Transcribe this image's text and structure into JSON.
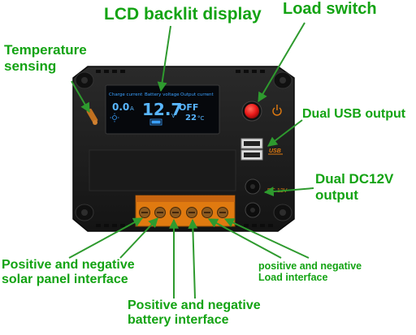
{
  "labels": {
    "lcd_backlit_display": "LCD backlit display",
    "load_switch": "Load switch",
    "temperature_sensing_line1": "Temperature",
    "temperature_sensing_line2": "sensing",
    "dual_usb_output": "Dual USB output",
    "dual_dc_line1": "Dual DC12V",
    "dual_dc_line2": "output",
    "solar_line1": "Positive and negative",
    "solar_line2": "solar panel interface",
    "battery_line1": "Positive and negative",
    "battery_line2": "battery interface",
    "load_line1": "positive and negative",
    "load_line2": "Load interface"
  },
  "device": {
    "lcd": {
      "charge_current_label": "Charge current",
      "battery_voltage_label": "Battery voltage",
      "output_current_label": "Output current",
      "charge_current_value": "0.0",
      "charge_current_unit": "A",
      "battery_voltage_value": "12.7",
      "battery_voltage_unit": "V",
      "output_state": "OFF",
      "temperature_value": "22",
      "temperature_unit": "°C"
    },
    "usb_badge": "USB",
    "dc_label": "DC 12V"
  },
  "colors": {
    "label_green": "#13a313",
    "arrow_green": "#2e9a2e",
    "body": "#1d1d1d",
    "lcd_blue": "#3aa0ff",
    "terminal_orange": "#e07a10",
    "switch_red": "#e81818"
  }
}
